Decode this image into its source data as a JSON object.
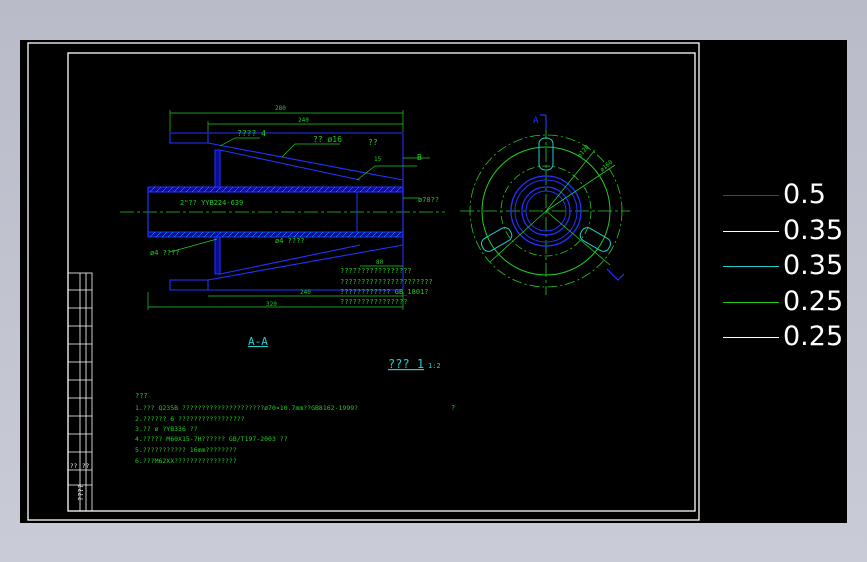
{
  "drawing": {
    "dims": {
      "overall_top": "280",
      "upper_inner": "240",
      "lower_inner": "240",
      "bottom_overall": "320",
      "right_step": "80",
      "right_small": "15"
    },
    "labels": {
      "plate4": "???? 4",
      "tube_dia": "?? ø16",
      "weld": "??",
      "ref_b": "B",
      "dia70": "ø70??",
      "pipe_spec": "2\"?? YYB224-639",
      "thk4_left": "ø4 ????",
      "thk4_mid": "ø4 ????"
    },
    "notes_block": [
      "?????????????????",
      "??????????????????????",
      "????????????  GB_1801?",
      "????????????????"
    ],
    "section_label": "A-A",
    "view_title": "??? 1",
    "view_scale": "1:2",
    "end_view": {
      "ref_a": "A",
      "dim_a": "ø120",
      "dim_b": "ø160"
    },
    "tech_req": {
      "title": "???",
      "items": [
        "1.??? Q235B     ?????????????????????ø70×10.7mm??GB8162-1999?",
        "2.??????  6 ?????????????????",
        "3.?? ø  ?YB336        ??",
        "4.????? M60X15-7H??????  GB/T197-2003        ??",
        "5.???????????  16mm????????",
        "6.???M62XX????????????????"
      ],
      "note_far": "?"
    },
    "title_block": {
      "label": "????",
      "small_a": "??",
      "small_b": "??"
    }
  },
  "lineweights": [
    {
      "label": "0.5",
      "color": "#2233ff"
    },
    {
      "label": "0.35",
      "color": "#ffffff"
    },
    {
      "label": "0.35",
      "color": "#22cccc"
    },
    {
      "label": "0.25",
      "color": "#22cc22"
    },
    {
      "label": "0.25",
      "color": "#ffffff"
    }
  ]
}
